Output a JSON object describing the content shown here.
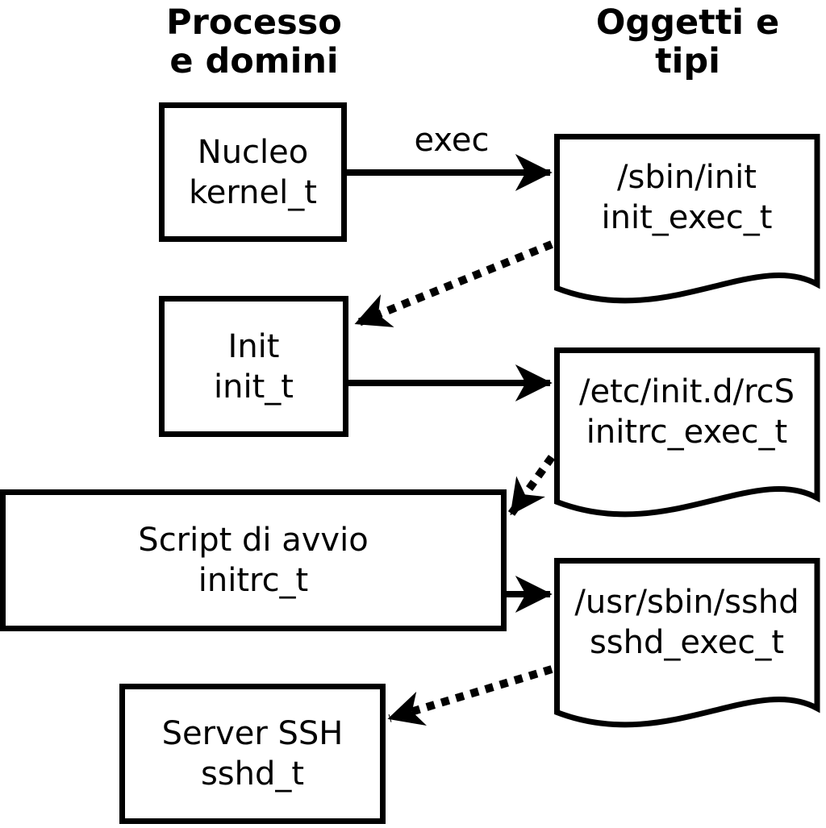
{
  "diagram": {
    "title_left_column": "Processo\ne domini",
    "title_right_column": "Oggetti e\ntipi",
    "colors": {
      "stroke": "#000000",
      "fill": "#ffffff",
      "text": "#000000"
    },
    "processes": [
      {
        "name": "Nucleo",
        "type": "kernel_t"
      },
      {
        "name": "Init",
        "type": "init_t"
      },
      {
        "name": "Script di avvio",
        "type": "initrc_t"
      },
      {
        "name": "Server SSH",
        "type": "sshd_t"
      }
    ],
    "objects": [
      {
        "path": "/sbin/init",
        "type": "init_exec_t"
      },
      {
        "path": "/etc/init.d/rcS",
        "type": "initrc_exec_t"
      },
      {
        "path": "/usr/sbin/sshd",
        "type": "sshd_exec_t"
      }
    ],
    "edges": {
      "exec_label": "exec",
      "solid_meaning": "exec",
      "dotted_count": 3,
      "solid_count": 3
    }
  }
}
